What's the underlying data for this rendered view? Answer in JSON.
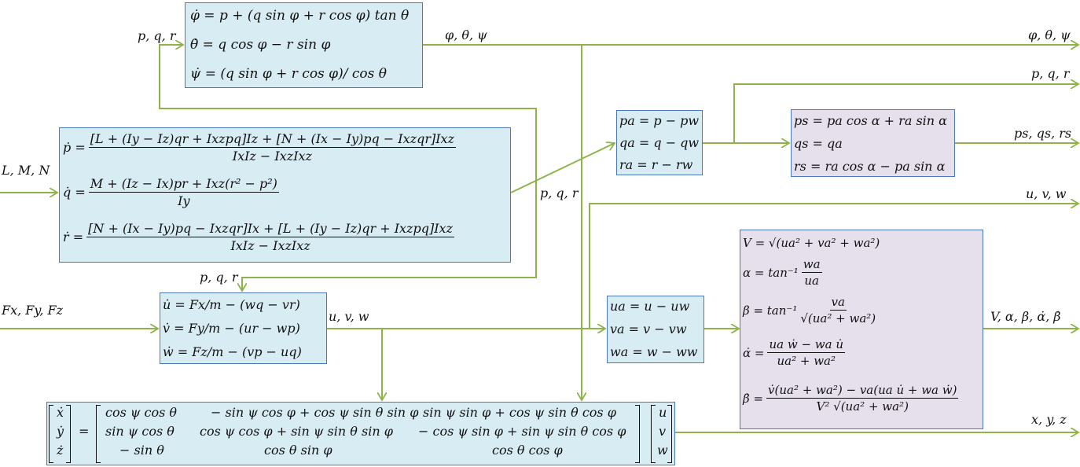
{
  "euler_kinematics": {
    "line1": "φ̇ = p + (q sin φ + r cos φ) tan θ",
    "line2": "θ̇ = q cos φ − r sin φ",
    "line3": "ψ̇ = (q sin φ + r cos φ)/ cos θ"
  },
  "rotational_dynamics": {
    "p_lhs": "ṗ =",
    "p_num": "[L + (Iy − Iz)qr + Ixzpq]Iz + [N + (Ix − Iy)pq − Ixzqr]Ixz",
    "p_den": "IxIz − IxzIxz",
    "q_lhs": "q̇ =",
    "q_num": "M + (Iz − Ix)pr + Ixz(r² − p²)",
    "q_den": "Iy",
    "r_lhs": "ṙ =",
    "r_num": "[N + (Ix − Iy)pq − Ixzqr]Ix + [L + (Iy − Iz)qr + Ixzpq]Ixz",
    "r_den": "IxIz − IxzIxz"
  },
  "relative_rates": {
    "line1": "pa = p − pw",
    "line2": "qa = q − qw",
    "line3": "ra = r − rw"
  },
  "stability_rates": {
    "line1": "ps = pa cos α + ra sin α",
    "line2": "qs = qa",
    "line3": "rs = ra cos α − pa sin α"
  },
  "translational_dynamics": {
    "line1": "u̇ = Fx/m − (wq − vr)",
    "line2": "v̇ = Fy/m − (ur − wp)",
    "line3": "ẇ = Fz/m − (vp − uq)"
  },
  "relative_velocity": {
    "line1": "ua = u − uw",
    "line2": "va = v − vw",
    "line3": "wa = w − ww"
  },
  "air_data": {
    "V": "V = √(ua² + va² + wa²)",
    "alpha_lhs": "α = tan⁻¹",
    "alpha_num": "wa",
    "alpha_den": "ua",
    "beta_lhs": "β = tan⁻¹",
    "beta_num": "va",
    "beta_den": "√(ua² + wa²)",
    "alphadot_lhs": "α̇ =",
    "alphadot_num": "ua ẇ − wa u̇",
    "alphadot_den": "ua² + wa²",
    "betadot_lhs": "β̇ =",
    "betadot_num": "v̇(ua² + wa²) − va(ua u̇ + wa ẇ)",
    "betadot_den": "V² √(ua² + wa²)"
  },
  "navigation": {
    "lhs": [
      "ẋ",
      "ẏ",
      "ż"
    ],
    "equals": "=",
    "matrix": [
      [
        "cos ψ cos θ",
        "− sin ψ cos φ + cos ψ sin θ sin φ",
        "sin ψ sin φ + cos ψ sin θ cos φ"
      ],
      [
        "sin ψ cos θ",
        "cos ψ cos φ + sin ψ sin θ sin φ",
        "− cos ψ sin φ + sin ψ sin θ cos φ"
      ],
      [
        "− sin θ",
        "cos θ sin φ",
        "cos θ cos φ"
      ]
    ],
    "rhs": [
      "u",
      "v",
      "w"
    ]
  },
  "labels": {
    "in_pqr_top": "p, q, r",
    "out_euler_mid": "φ, θ, ψ",
    "out_euler_right": "φ, θ, ψ",
    "out_pqr_right": "p, q, r",
    "in_LMN": "L, M, N",
    "mid_pqr": "p, q, r",
    "out_ps": "ps, qs, rs",
    "out_uvw_right": "u, v, w",
    "in_pqr_trans": "p, q, r",
    "in_F": "Fx, Fy, Fz",
    "mid_uvw": "u, v, w",
    "out_air": "V, α, β, α̇, β̇",
    "out_xyz": "x, y, z"
  },
  "colors": {
    "arrow": "#8db34a",
    "box_border": "#4a78b8",
    "box_blue": "#d8ecf3",
    "box_purple": "#e6e0ed"
  }
}
